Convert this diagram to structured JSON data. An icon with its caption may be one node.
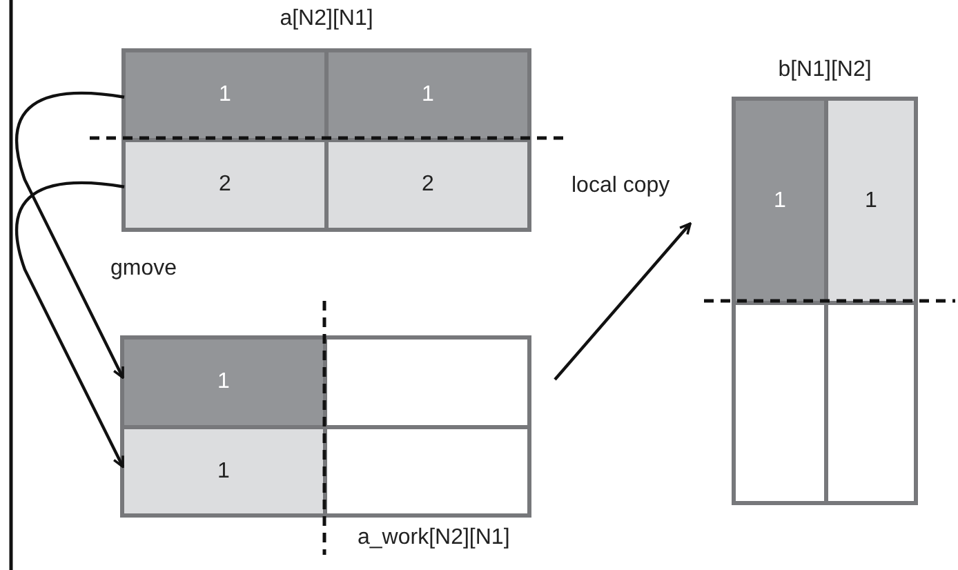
{
  "diagram": {
    "nodes": [
      {
        "text": [
          "a[N2][N1]"
        ]
      },
      {
        "text": [
          "1"
        ],
        "in": 0
      },
      {
        "text": [
          "1"
        ],
        "in": 0
      },
      {
        "text": [
          "2"
        ],
        "in": 0
      },
      {
        "text": [
          "2"
        ],
        "in": 0
      },
      {
        "text": [
          "a_work[N2][N1]"
        ]
      },
      {
        "text": [
          "1"
        ],
        "in": 5
      },
      {
        "text": [],
        "shape": "box",
        "in": 5
      },
      {
        "text": [
          "1"
        ],
        "in": 5
      },
      {
        "text": [],
        "shape": "box",
        "in": 5
      },
      {
        "text": [
          "b[N1][N2]"
        ]
      },
      {
        "text": [
          "1"
        ],
        "in": 10
      },
      {
        "text": [
          "1"
        ],
        "in": 10
      },
      {
        "text": [],
        "shape": "box",
        "in": 10
      },
      {
        "text": [],
        "shape": "box",
        "in": 10
      }
    ],
    "edges": [
      {
        "from": 1,
        "to": 6,
        "arrow": "to"
      },
      {
        "from": 3,
        "to": 8,
        "arrow": "to"
      },
      {
        "from": 5,
        "to": 10,
        "arrow": "to",
        "label": "local copy"
      }
    ],
    "labels": [
      "gmove"
    ]
  }
}
